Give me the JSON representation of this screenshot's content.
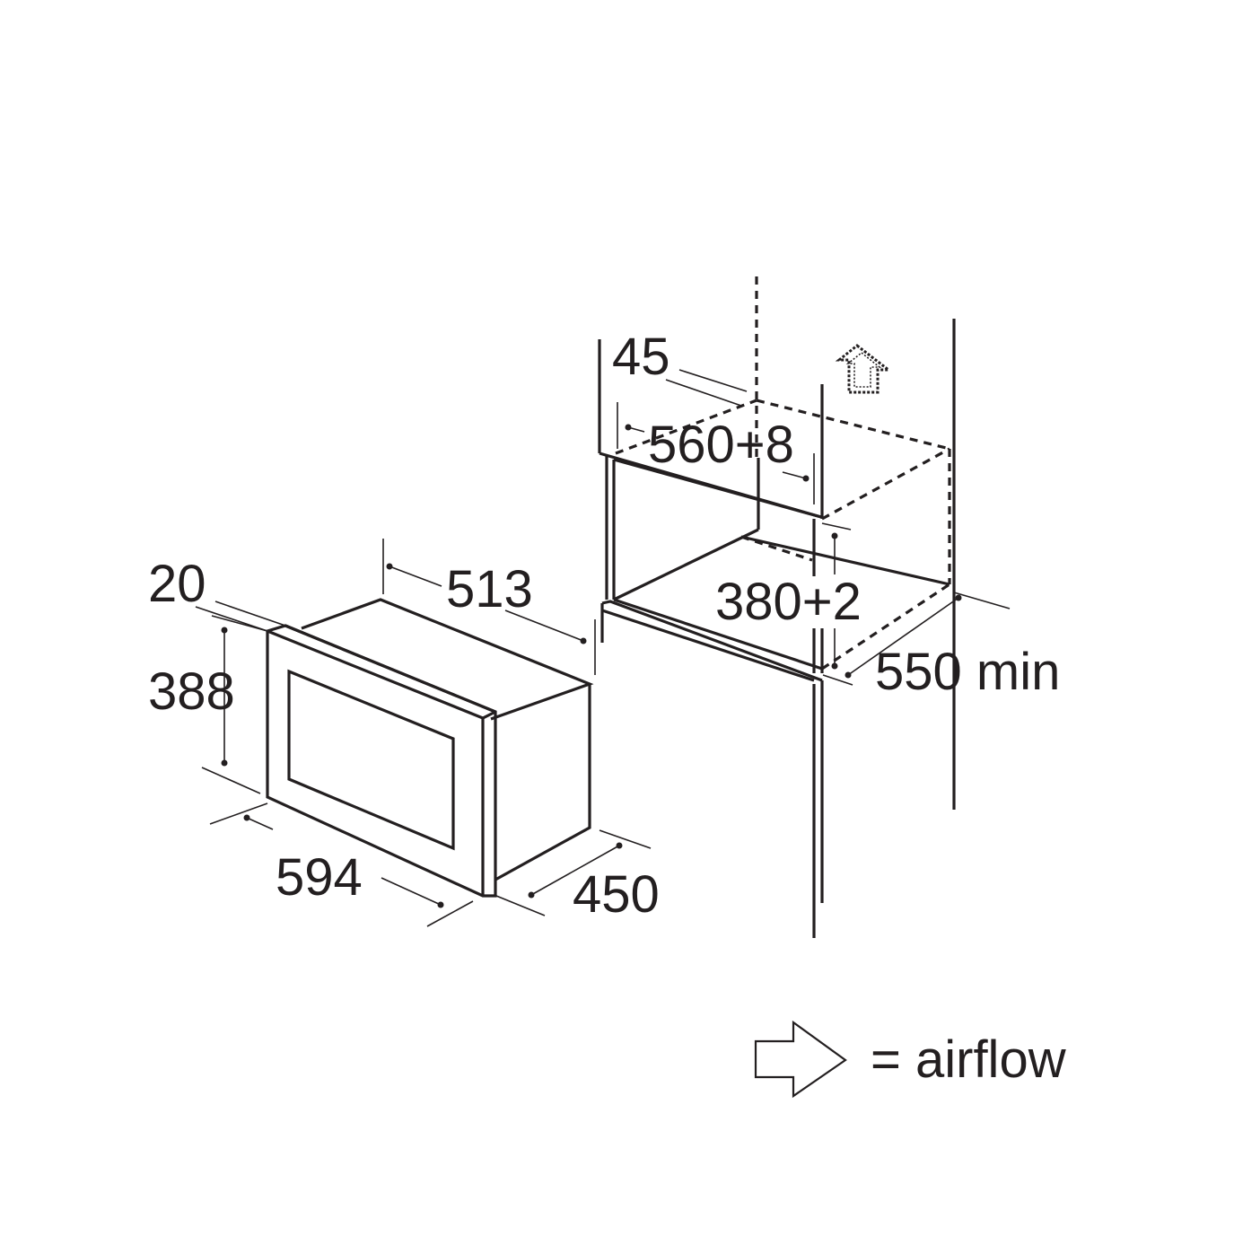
{
  "dimensions": {
    "oven_frame_depth": "20",
    "oven_height": "388",
    "oven_width": "594",
    "oven_body_width": "513",
    "oven_depth": "450",
    "cabinet_offset": "45",
    "niche_width": "560+8",
    "niche_height": "380+2",
    "niche_depth": "550 min"
  },
  "legend": {
    "label": "= airflow",
    "icon": "airflow-arrow-icon"
  },
  "colors": {
    "ink": "#231f20",
    "background": "#ffffff"
  }
}
